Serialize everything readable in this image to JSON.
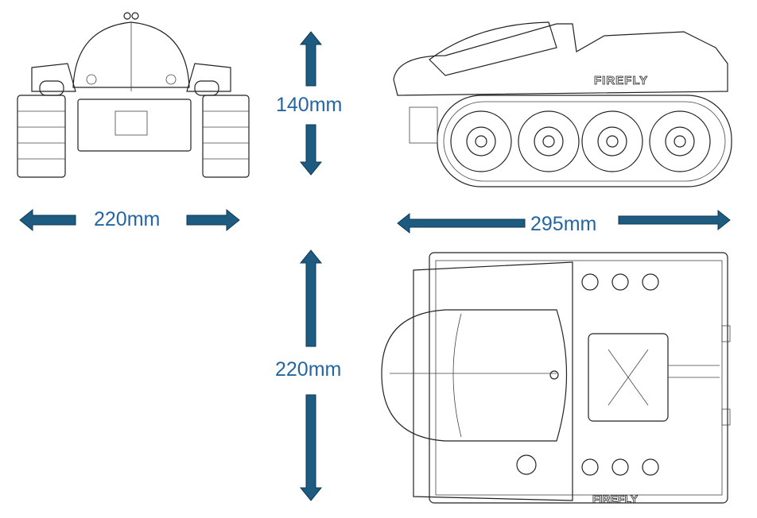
{
  "dimensions": {
    "height_label": "140mm",
    "front_width_label": "220mm",
    "length_label": "295mm",
    "top_width_label": "220mm"
  },
  "branding": {
    "side_text": "FIREFLY",
    "top_text": "FIREFLY"
  },
  "colors": {
    "arrow": "#1d5b80",
    "label": "#2566a0",
    "line": "#222222"
  }
}
